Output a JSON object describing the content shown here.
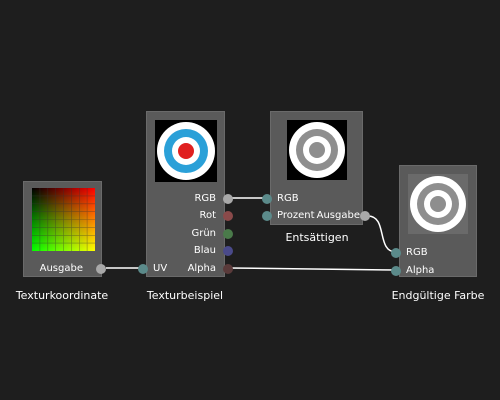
{
  "nodes": {
    "texcoord": {
      "title": "Texturkoordinate",
      "outputs": [
        "Ausgabe"
      ]
    },
    "sample": {
      "title": "Texturbeispiel",
      "inputs": [
        "UV"
      ],
      "outputs": [
        "RGB",
        "Rot",
        "Grün",
        "Blau",
        "Alpha"
      ]
    },
    "desat": {
      "title": "Entsättigen",
      "inputs": [
        "RGB",
        "Prozent"
      ],
      "outputs": [
        "Ausgabe"
      ]
    },
    "final": {
      "title": "Endgültige Farbe",
      "inputs": [
        "RGB",
        "Alpha"
      ]
    }
  },
  "colors": {
    "background": "#1e1e1e",
    "node": "#5a5a5a",
    "port_gray": "#a9a9a9",
    "port_teal": "#5b8a8a",
    "port_red": "#8a4a4a",
    "port_green": "#4a7a4a",
    "port_blue": "#4a4a8a",
    "port_alpha": "#5a3a3a",
    "wire": "#ffffff",
    "target_blue": "#2aa0d8",
    "target_red": "#e02020"
  }
}
